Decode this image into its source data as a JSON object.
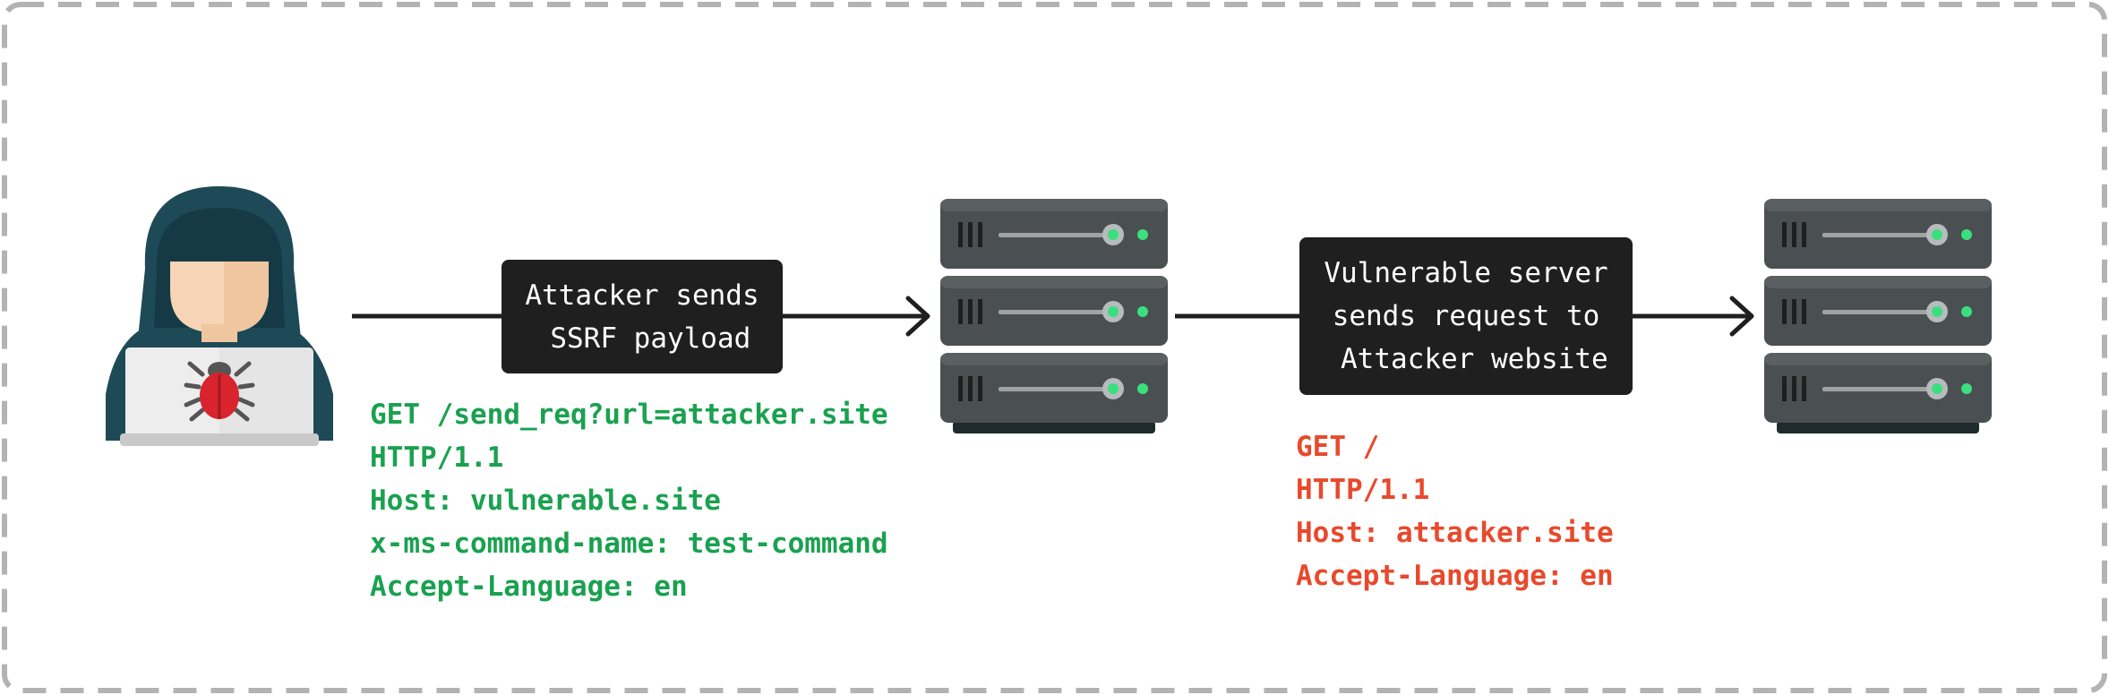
{
  "colors": {
    "border": "#b3b3b3",
    "arrow": "#1f1f1f",
    "label_bg": "#1f1f1f",
    "label_text": "#ffffff",
    "request1": "#1aa150",
    "request2": "#e8492c",
    "server_body": "#4a4f52",
    "server_led": "#39e07d",
    "hood": "#1e4a57",
    "skin": "#f5d5b5",
    "bug": "#d9232d"
  },
  "nodes": {
    "attacker": {
      "icon": "hacker-icon"
    },
    "vulnerable_server": {
      "icon": "server-stack-icon"
    },
    "attacker_server": {
      "icon": "server-stack-icon"
    }
  },
  "edges": [
    {
      "label_lines": [
        "Attacker sends",
        " SSRF payload"
      ]
    },
    {
      "label_lines": [
        "Vulnerable server",
        "sends request to",
        " Attacker website"
      ]
    }
  ],
  "requests": [
    {
      "lines": [
        "GET /send_req?url=attacker.site",
        "HTTP/1.1",
        "Host: vulnerable.site",
        "x-ms-command-name: test-command",
        "Accept-Language: en"
      ]
    },
    {
      "lines": [
        "GET /",
        "HTTP/1.1",
        "Host: attacker.site",
        "Accept-Language: en"
      ]
    }
  ]
}
